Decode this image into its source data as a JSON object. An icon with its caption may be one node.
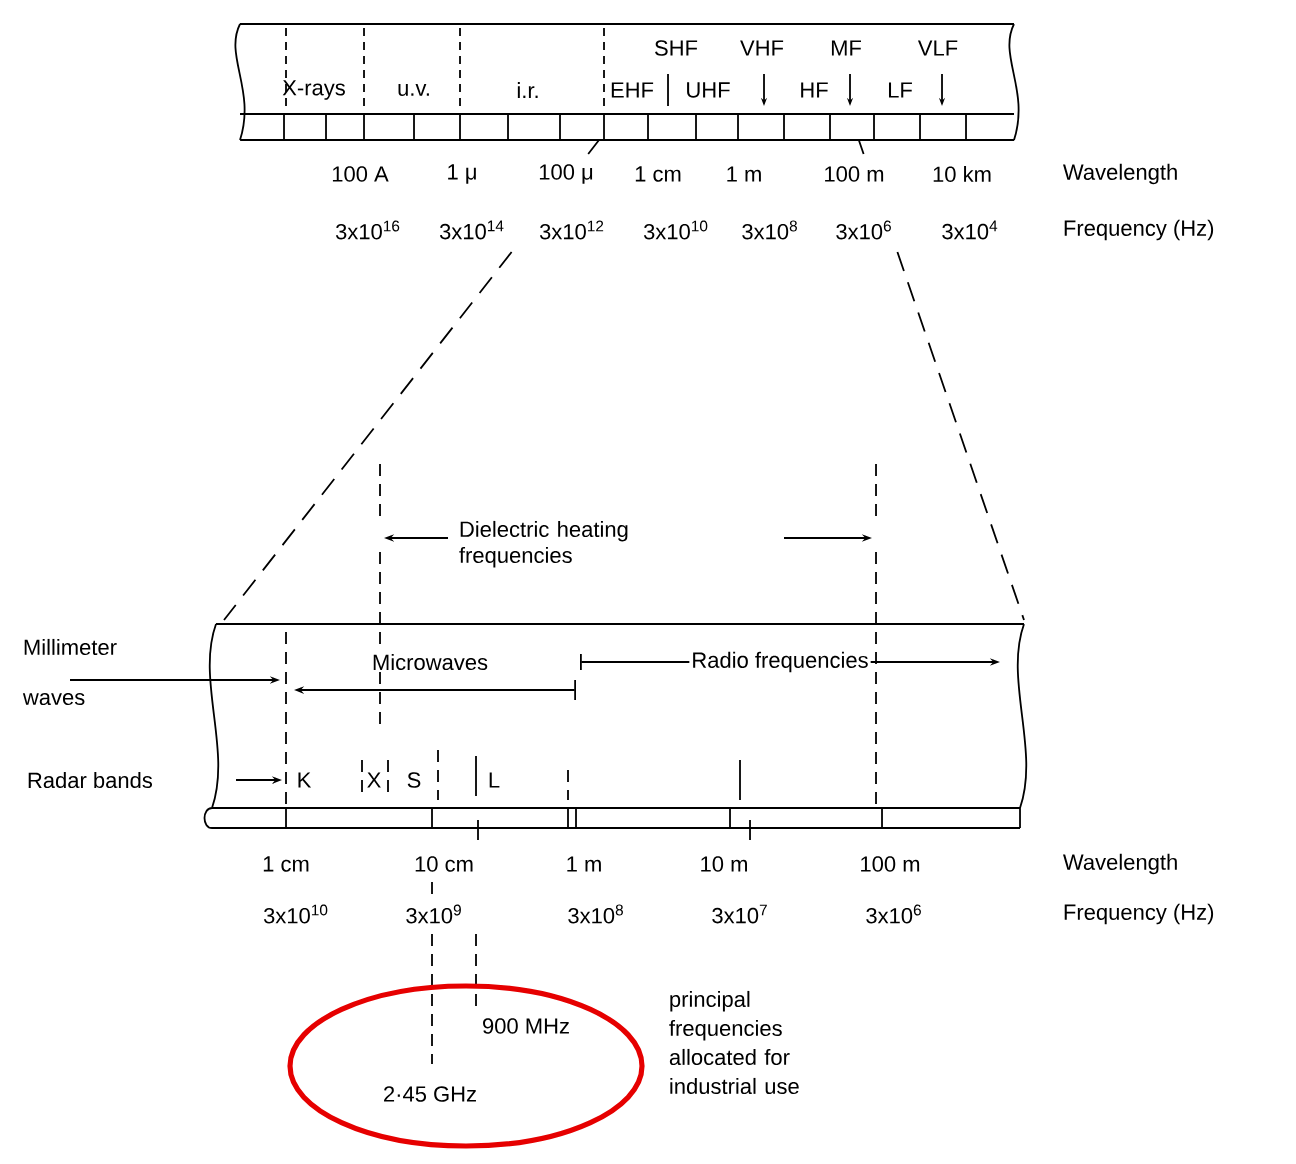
{
  "diagram": {
    "nodes": [
      {
        "text": [
          "900 MHz",
          "2·45 GHz"
        ],
        "beside": [
          "principal frequencies allocated for industrial use"
        ]
      }
    ],
    "labels": [
      "SHF",
      "VHF",
      "MF",
      "VLF",
      "X-rays",
      "u.v.",
      "i.r.",
      "EHF",
      "UHF",
      "HF",
      "LF",
      "100 A",
      "1 μ",
      "100 μ",
      "1 cm",
      "1 m",
      "100 m",
      "10 km",
      "Wavelength",
      "3x10$^{16}$",
      "3x10$^{14}$",
      "3x10$^{12}$",
      "3x10$^{10}$",
      "3x10$^{8}$",
      "3x10$^{6}$",
      "3x10$^{4}$",
      "Frequency (Hz)",
      "Dielectric heating frequencies",
      "Millimeter waves",
      "Microwaves",
      "Radio frequencies",
      "Radar bands",
      "K",
      "X",
      "S",
      "L",
      "1 cm",
      "10 cm",
      "1 m",
      "10 m",
      "100 m",
      "Wavelength",
      "3x10$^{10}$",
      "3x10$^{9}$",
      "3x10$^{8}$",
      "3x10$^{7}$",
      "3x10$^{6}$",
      "Frequency (Hz)"
    ]
  }
}
